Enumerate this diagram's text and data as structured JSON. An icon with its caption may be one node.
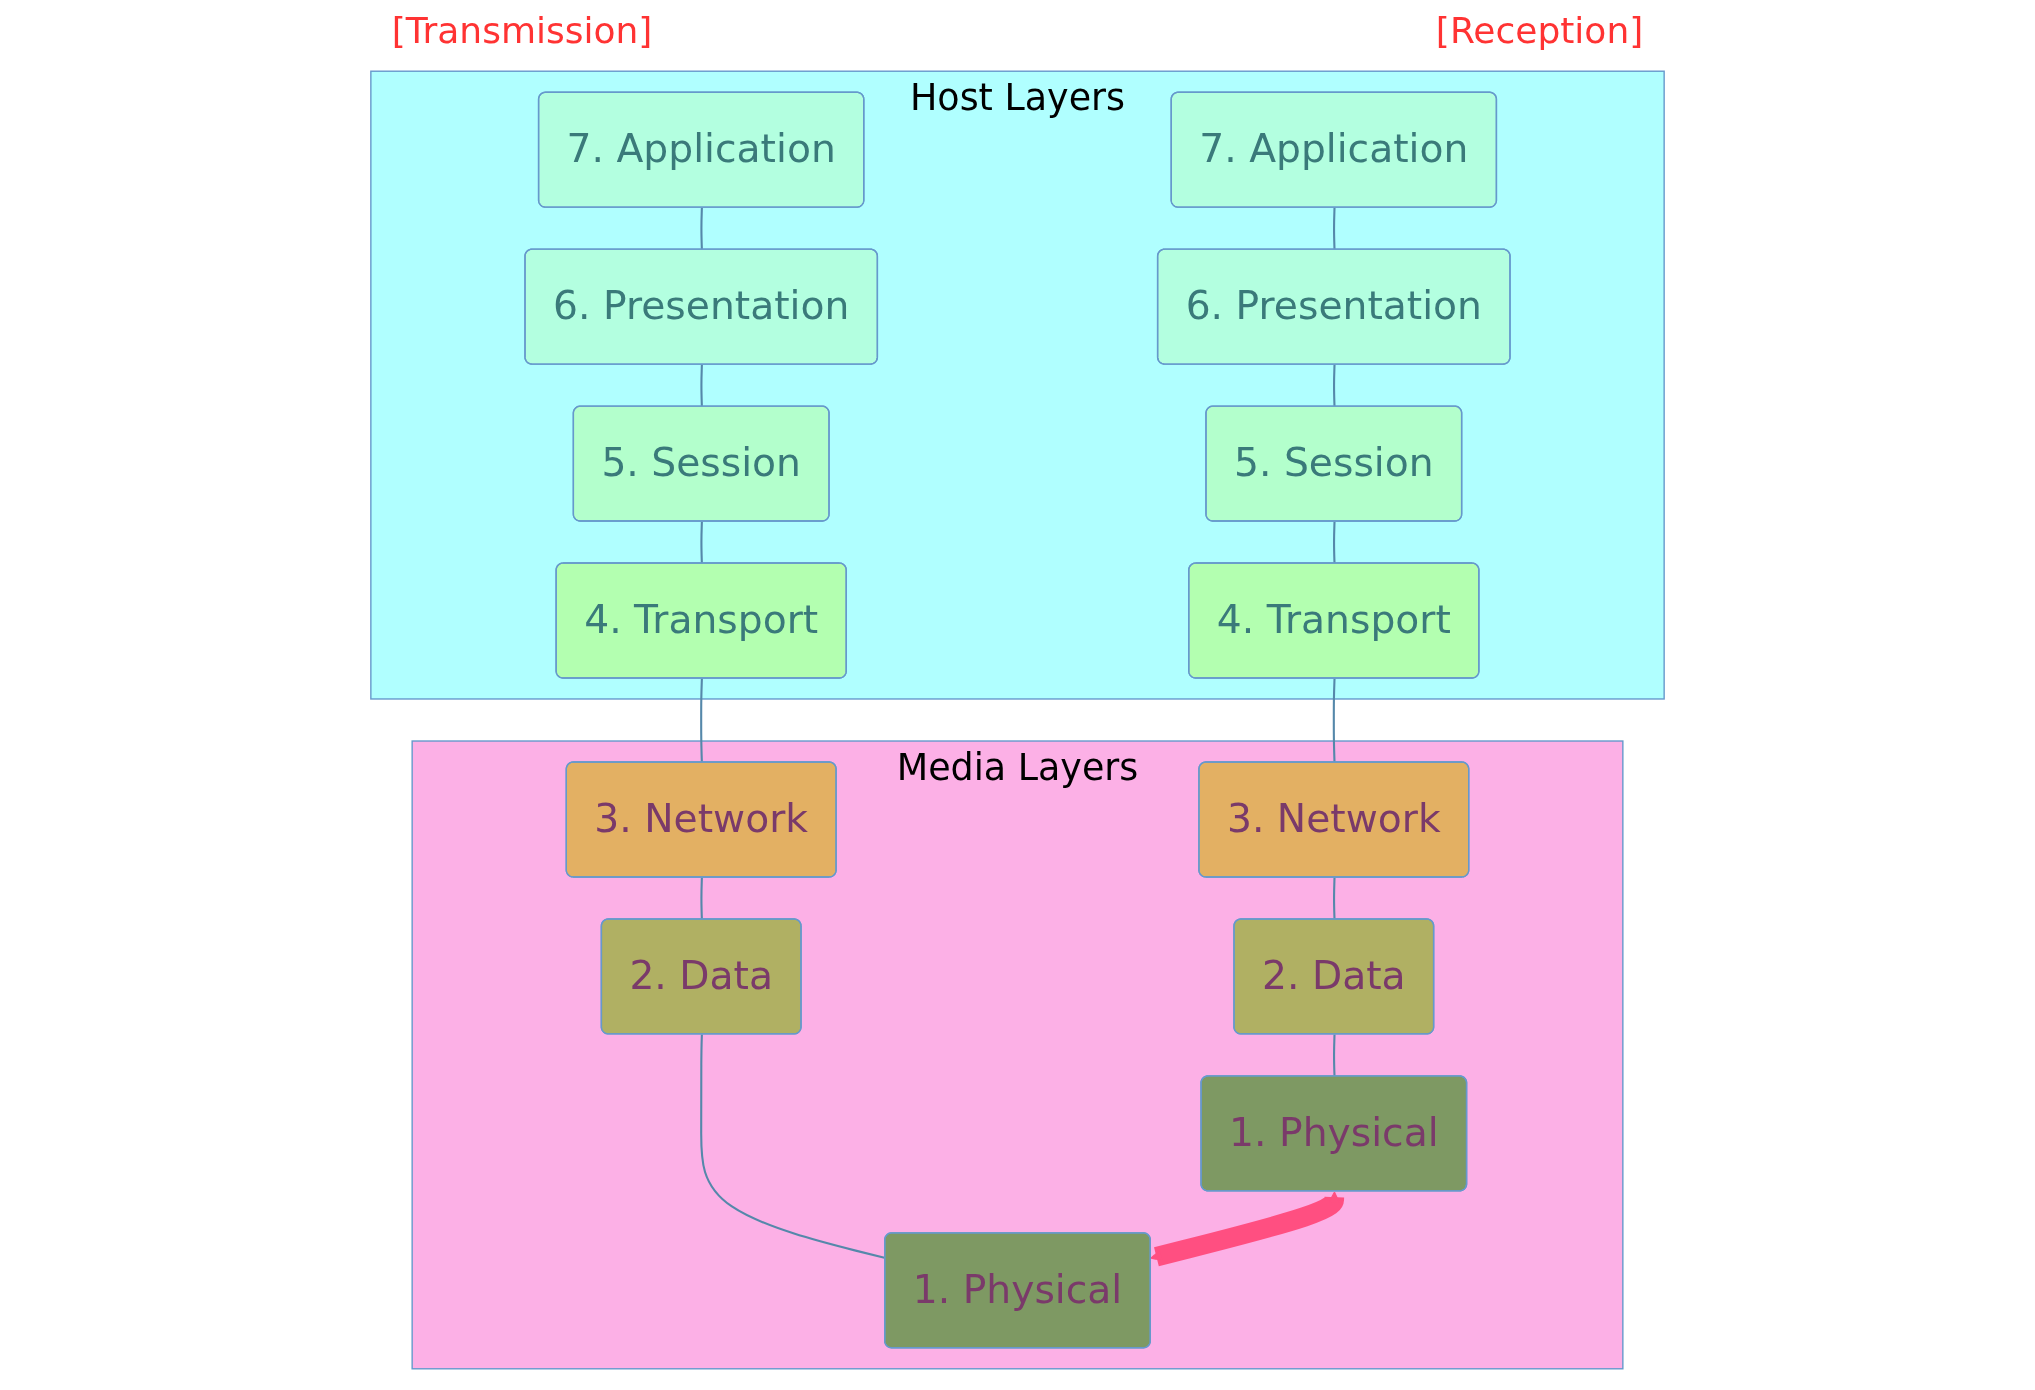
{
  "diagram": {
    "nodes": [
      {
        "text": [
          "Host Layers"
        ]
      },
      {
        "text": [
          "7. Application"
        ],
        "in": 0
      },
      {
        "text": [
          "6. Presentation"
        ],
        "in": 0
      },
      {
        "text": [
          "5. Session"
        ],
        "in": 0
      },
      {
        "text": [
          "4. Transport"
        ],
        "in": 0
      },
      {
        "text": [
          "7. Application"
        ],
        "in": 0
      },
      {
        "text": [
          "6. Presentation"
        ],
        "in": 0
      },
      {
        "text": [
          "5. Session"
        ],
        "in": 0
      },
      {
        "text": [
          "4. Transport"
        ],
        "in": 0
      },
      {
        "text": [
          "Media Layers"
        ]
      },
      {
        "text": [
          "3. Network"
        ],
        "in": 9
      },
      {
        "text": [
          "2. Data"
        ],
        "in": 9
      },
      {
        "text": [
          "1. Physical"
        ],
        "in": 9
      },
      {
        "text": [
          "3. Network"
        ],
        "in": 9
      },
      {
        "text": [
          "2. Data"
        ],
        "in": 9
      },
      {
        "text": [
          "1. Physical"
        ],
        "in": 9
      }
    ],
    "edges": [
      {
        "from": 1,
        "to": 2,
        "arrow": "none"
      },
      {
        "from": 2,
        "to": 3,
        "arrow": "none"
      },
      {
        "from": 3,
        "to": 4,
        "arrow": "none"
      },
      {
        "from": 4,
        "to": 10,
        "arrow": "none"
      },
      {
        "from": 10,
        "to": 11,
        "arrow": "none"
      },
      {
        "from": 11,
        "to": 12,
        "arrow": "none"
      },
      {
        "from": 5,
        "to": 6,
        "arrow": "none"
      },
      {
        "from": 6,
        "to": 7,
        "arrow": "none"
      },
      {
        "from": 7,
        "to": 8,
        "arrow": "none"
      },
      {
        "from": 8,
        "to": 13,
        "arrow": "none"
      },
      {
        "from": 13,
        "to": 14,
        "arrow": "none"
      },
      {
        "from": 14,
        "to": 15,
        "arrow": "none"
      },
      {
        "from": 12,
        "to": 15,
        "arrow": "both",
        "style": "thick",
        "color": "#ff4f81"
      }
    ],
    "labels": [
      "[Transmission]",
      "[Reception]"
    ]
  }
}
